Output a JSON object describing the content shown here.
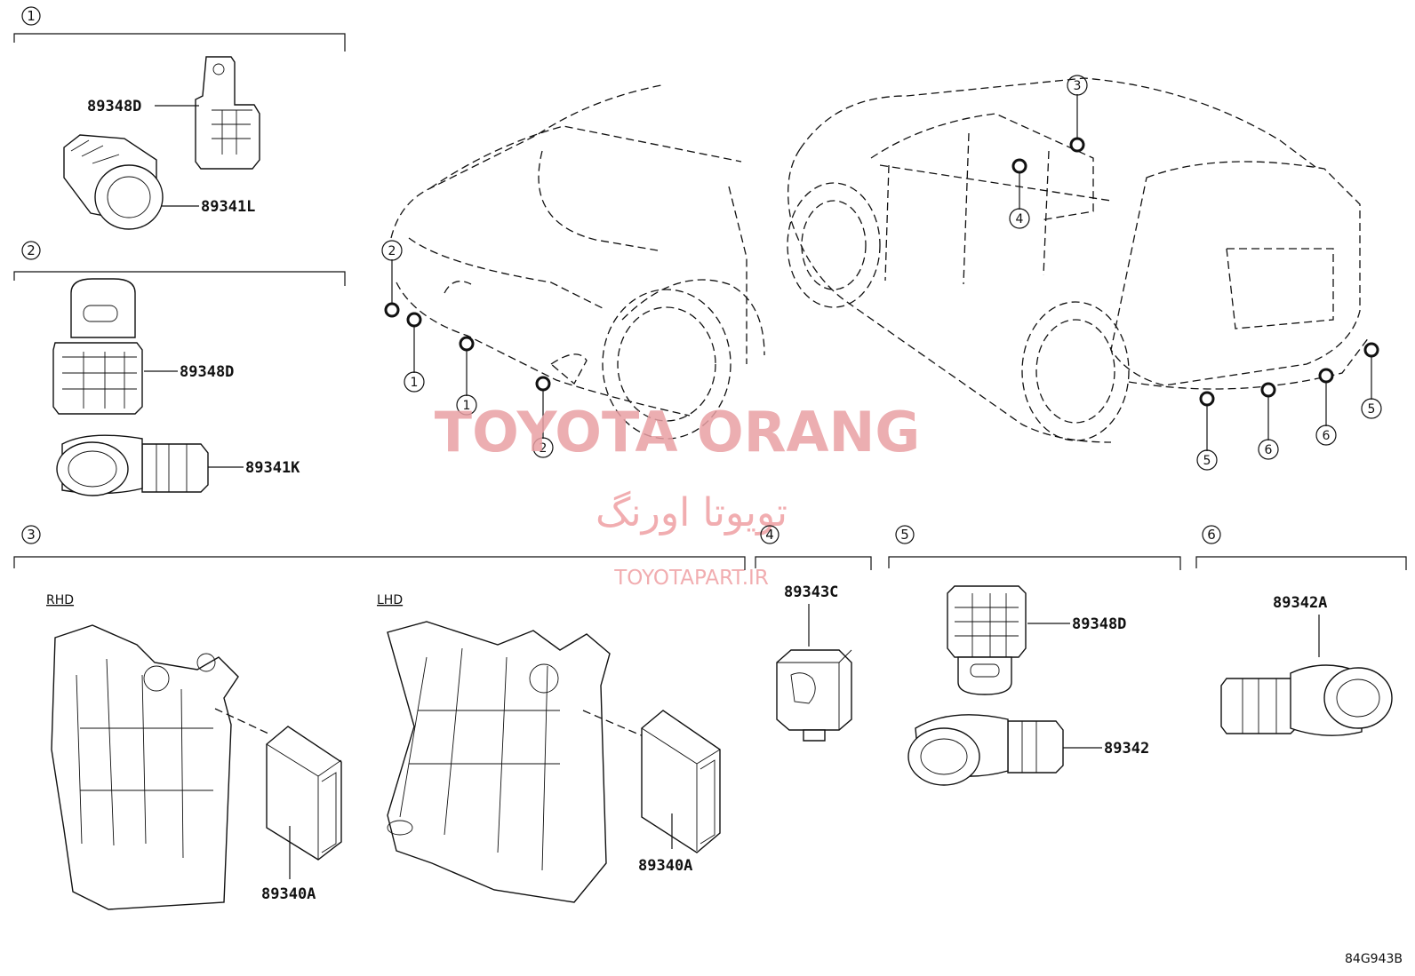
{
  "sections": [
    {
      "number": "1",
      "parts": [
        "89348D",
        "89341L"
      ]
    },
    {
      "number": "2",
      "parts": [
        "89348D",
        "89341K"
      ]
    },
    {
      "number": "3",
      "labels": [
        "RHD",
        "LHD"
      ],
      "parts": [
        "89340A",
        "89340A"
      ]
    },
    {
      "number": "4",
      "parts": [
        "89343C"
      ]
    },
    {
      "number": "5",
      "parts": [
        "89348D",
        "89342"
      ]
    },
    {
      "number": "6",
      "parts": [
        "89342A"
      ]
    }
  ],
  "front_callouts": [
    "2",
    "1",
    "1",
    "2"
  ],
  "rear_callouts": [
    "3",
    "4",
    "5",
    "6",
    "6",
    "5"
  ],
  "watermark": {
    "title": "TOYOTA ORANG",
    "persian": "تویوتا اورنگ",
    "url": "TOYOTAPART.IR"
  },
  "diagram_code": "84G943B"
}
